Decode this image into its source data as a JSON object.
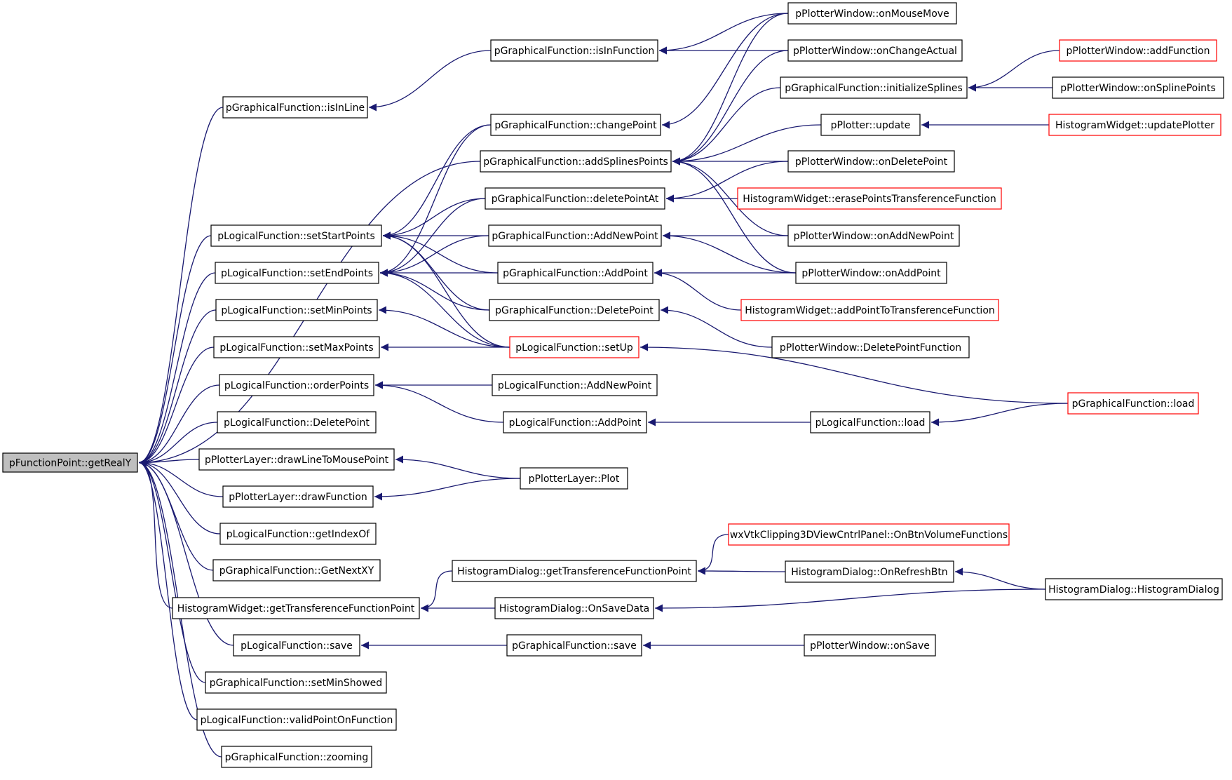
{
  "graph": {
    "colors": {
      "edge": "#191970",
      "node_border": "#000000",
      "node_border_truncated": "#ff0000",
      "root_fill": "#bfbfbf",
      "background": "#ffffff"
    },
    "nodes": [
      {
        "id": "root",
        "label": "pFunctionPoint::getRealY",
        "root": true
      },
      {
        "id": "gf_isInLine",
        "label": "pGraphicalFunction::isInLine"
      },
      {
        "id": "gf_isInFunction",
        "label": "pGraphicalFunction::isInFunction"
      },
      {
        "id": "pw_onMouseMove",
        "label": "pPlotterWindow::onMouseMove"
      },
      {
        "id": "pw_onChangeActual",
        "label": "pPlotterWindow::onChangeActual"
      },
      {
        "id": "pw_addFunction",
        "label": "pPlotterWindow::addFunction",
        "truncated": true
      },
      {
        "id": "gf_initializeSplines",
        "label": "pGraphicalFunction::initializeSplines"
      },
      {
        "id": "pw_onSplinePoints",
        "label": "pPlotterWindow::onSplinePoints"
      },
      {
        "id": "gf_changePoint",
        "label": "pGraphicalFunction::changePoint"
      },
      {
        "id": "pplotter_update",
        "label": "pPlotter::update"
      },
      {
        "id": "hw_updatePlotter",
        "label": "HistogramWidget::updatePlotter",
        "truncated": true
      },
      {
        "id": "gf_addSplinesPoints",
        "label": "pGraphicalFunction::addSplinesPoints"
      },
      {
        "id": "pw_onDeletePoint",
        "label": "pPlotterWindow::onDeletePoint"
      },
      {
        "id": "gf_deletePointAt",
        "label": "pGraphicalFunction::deletePointAt"
      },
      {
        "id": "hw_erasePoints",
        "label": "HistogramWidget::erasePointsTransferenceFunction",
        "truncated": true
      },
      {
        "id": "lf_setStartPoints",
        "label": "pLogicalFunction::setStartPoints"
      },
      {
        "id": "gf_AddNewPoint",
        "label": "pGraphicalFunction::AddNewPoint"
      },
      {
        "id": "pw_onAddNewPoint",
        "label": "pPlotterWindow::onAddNewPoint"
      },
      {
        "id": "lf_setEndPoints",
        "label": "pLogicalFunction::setEndPoints"
      },
      {
        "id": "gf_AddPoint",
        "label": "pGraphicalFunction::AddPoint"
      },
      {
        "id": "pw_onAddPoint",
        "label": "pPlotterWindow::onAddPoint"
      },
      {
        "id": "lf_setMinPoints",
        "label": "pLogicalFunction::setMinPoints"
      },
      {
        "id": "gf_DeletePoint",
        "label": "pGraphicalFunction::DeletePoint"
      },
      {
        "id": "hw_addPointTo",
        "label": "HistogramWidget::addPointToTransferenceFunction",
        "truncated": true
      },
      {
        "id": "lf_setMaxPoints",
        "label": "pLogicalFunction::setMaxPoints"
      },
      {
        "id": "lf_setUp",
        "label": "pLogicalFunction::setUp",
        "truncated": true
      },
      {
        "id": "pw_DeletePointFunction",
        "label": "pPlotterWindow::DeletePointFunction"
      },
      {
        "id": "lf_orderPoints",
        "label": "pLogicalFunction::orderPoints"
      },
      {
        "id": "lf_AddNewPoint",
        "label": "pLogicalFunction::AddNewPoint"
      },
      {
        "id": "gf_load",
        "label": "pGraphicalFunction::load",
        "truncated": true
      },
      {
        "id": "lf_DeletePoint",
        "label": "pLogicalFunction::DeletePoint"
      },
      {
        "id": "lf_AddPoint",
        "label": "pLogicalFunction::AddPoint"
      },
      {
        "id": "lf_load",
        "label": "pLogicalFunction::load"
      },
      {
        "id": "pl_drawLineToMousePoint",
        "label": "pPlotterLayer::drawLineToMousePoint"
      },
      {
        "id": "pl_Plot",
        "label": "pPlotterLayer::Plot"
      },
      {
        "id": "pl_drawFunction",
        "label": "pPlotterLayer::drawFunction"
      },
      {
        "id": "lf_getIndexOf",
        "label": "pLogicalFunction::getIndexOf"
      },
      {
        "id": "wx_OnBtnVolumeFunctions",
        "label": "wxVtkClipping3DViewCntrlPanel::OnBtnVolumeFunctions",
        "truncated": true
      },
      {
        "id": "gf_GetNextXY",
        "label": "pGraphicalFunction::GetNextXY"
      },
      {
        "id": "hd_getTransferenceFunctionPoint",
        "label": "HistogramDialog::getTransferenceFunctionPoint"
      },
      {
        "id": "hd_OnRefreshBtn",
        "label": "HistogramDialog::OnRefreshBtn"
      },
      {
        "id": "hd_HistogramDialog",
        "label": "HistogramDialog::HistogramDialog"
      },
      {
        "id": "hw_getTransferenceFunctionPoint",
        "label": "HistogramWidget::getTransferenceFunctionPoint"
      },
      {
        "id": "hd_OnSaveData",
        "label": "HistogramDialog::OnSaveData"
      },
      {
        "id": "lf_save",
        "label": "pLogicalFunction::save"
      },
      {
        "id": "gf_save",
        "label": "pGraphicalFunction::save"
      },
      {
        "id": "pw_onSave",
        "label": "pPlotterWindow::onSave"
      },
      {
        "id": "gf_setMinShowed",
        "label": "pGraphicalFunction::setMinShowed"
      },
      {
        "id": "lf_validPointOnFunction",
        "label": "pLogicalFunction::validPointOnFunction"
      },
      {
        "id": "gf_zooming",
        "label": "pGraphicalFunction::zooming"
      }
    ],
    "edges": [
      [
        "gf_isInLine",
        "root"
      ],
      [
        "gf_addSplinesPoints",
        "root"
      ],
      [
        "lf_setStartPoints",
        "root"
      ],
      [
        "lf_setEndPoints",
        "root"
      ],
      [
        "lf_setMinPoints",
        "root"
      ],
      [
        "lf_setMaxPoints",
        "root"
      ],
      [
        "lf_orderPoints",
        "root"
      ],
      [
        "lf_DeletePoint",
        "root"
      ],
      [
        "pl_drawLineToMousePoint",
        "root"
      ],
      [
        "pl_drawFunction",
        "root"
      ],
      [
        "lf_getIndexOf",
        "root"
      ],
      [
        "gf_GetNextXY",
        "root"
      ],
      [
        "hw_getTransferenceFunctionPoint",
        "root"
      ],
      [
        "lf_save",
        "root"
      ],
      [
        "gf_setMinShowed",
        "root"
      ],
      [
        "lf_validPointOnFunction",
        "root"
      ],
      [
        "gf_zooming",
        "root"
      ],
      [
        "gf_isInFunction",
        "gf_isInLine"
      ],
      [
        "pw_onMouseMove",
        "gf_isInFunction"
      ],
      [
        "pw_onChangeActual",
        "gf_isInFunction"
      ],
      [
        "pw_addFunction",
        "gf_initializeSplines"
      ],
      [
        "pw_onSplinePoints",
        "gf_initializeSplines"
      ],
      [
        "hw_updatePlotter",
        "pplotter_update"
      ],
      [
        "gf_changePoint",
        "lf_setStartPoints"
      ],
      [
        "gf_deletePointAt",
        "lf_setStartPoints"
      ],
      [
        "gf_AddNewPoint",
        "lf_setStartPoints"
      ],
      [
        "gf_AddPoint",
        "lf_setStartPoints"
      ],
      [
        "gf_DeletePoint",
        "lf_setStartPoints"
      ],
      [
        "lf_setUp",
        "lf_setStartPoints"
      ],
      [
        "gf_changePoint",
        "lf_setEndPoints"
      ],
      [
        "gf_deletePointAt",
        "lf_setEndPoints"
      ],
      [
        "gf_AddNewPoint",
        "lf_setEndPoints"
      ],
      [
        "gf_AddPoint",
        "lf_setEndPoints"
      ],
      [
        "gf_DeletePoint",
        "lf_setEndPoints"
      ],
      [
        "lf_setUp",
        "lf_setEndPoints"
      ],
      [
        "lf_setUp",
        "lf_setMinPoints"
      ],
      [
        "lf_setUp",
        "lf_setMaxPoints"
      ],
      [
        "pw_onMouseMove",
        "gf_changePoint"
      ],
      [
        "pw_onMouseMove",
        "gf_addSplinesPoints"
      ],
      [
        "pw_onChangeActual",
        "gf_addSplinesPoints"
      ],
      [
        "gf_initializeSplines",
        "gf_addSplinesPoints"
      ],
      [
        "pplotter_update",
        "gf_addSplinesPoints"
      ],
      [
        "pw_onDeletePoint",
        "gf_addSplinesPoints"
      ],
      [
        "pw_onAddNewPoint",
        "gf_addSplinesPoints"
      ],
      [
        "pw_onAddPoint",
        "gf_addSplinesPoints"
      ],
      [
        "pw_onDeletePoint",
        "gf_deletePointAt"
      ],
      [
        "hw_erasePoints",
        "gf_deletePointAt"
      ],
      [
        "pw_onAddNewPoint",
        "gf_AddNewPoint"
      ],
      [
        "pw_onAddPoint",
        "gf_AddNewPoint"
      ],
      [
        "pw_onAddPoint",
        "gf_AddPoint"
      ],
      [
        "hw_addPointTo",
        "gf_AddPoint"
      ],
      [
        "pw_DeletePointFunction",
        "gf_DeletePoint"
      ],
      [
        "gf_load",
        "lf_setUp"
      ],
      [
        "lf_AddNewPoint",
        "lf_orderPoints"
      ],
      [
        "lf_AddPoint",
        "lf_orderPoints"
      ],
      [
        "lf_load",
        "lf_AddPoint"
      ],
      [
        "gf_load",
        "lf_load"
      ],
      [
        "pl_Plot",
        "pl_drawLineToMousePoint"
      ],
      [
        "pl_Plot",
        "pl_drawFunction"
      ],
      [
        "hd_getTransferenceFunctionPoint",
        "hw_getTransferenceFunctionPoint"
      ],
      [
        "hd_OnSaveData",
        "hw_getTransferenceFunctionPoint"
      ],
      [
        "wx_OnBtnVolumeFunctions",
        "hd_getTransferenceFunctionPoint"
      ],
      [
        "hd_OnRefreshBtn",
        "hd_getTransferenceFunctionPoint"
      ],
      [
        "hd_HistogramDialog",
        "hd_OnRefreshBtn"
      ],
      [
        "hd_HistogramDialog",
        "hd_OnSaveData"
      ],
      [
        "gf_save",
        "lf_save"
      ],
      [
        "pw_onSave",
        "gf_save"
      ]
    ]
  }
}
